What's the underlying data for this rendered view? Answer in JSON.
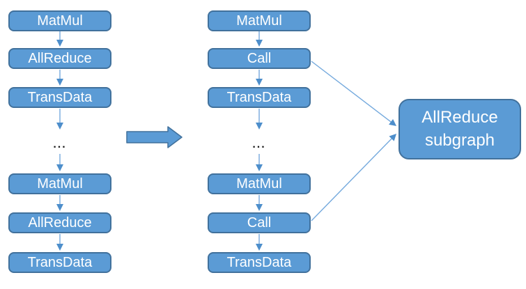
{
  "diagram": {
    "description": "AllReduce subgraph fusion diagram",
    "colors": {
      "node_fill": "#5b9bd5",
      "node_border": "#41719c",
      "node_text": "#ffffff",
      "connector_line": "#74a9dd",
      "connector_head": "#4d8ecb",
      "arrow_fill": "#5b9bd5",
      "arrow_border": "#41719c",
      "ellipsis_color": "#1a1a1a"
    },
    "left_column": {
      "top_nodes": [
        "MatMul",
        "AllReduce",
        "TransData"
      ],
      "ellipsis": "...",
      "bottom_nodes": [
        "MatMul",
        "AllReduce",
        "TransData"
      ]
    },
    "middle_column": {
      "top_nodes": [
        "MatMul",
        "Call",
        "TransData"
      ],
      "ellipsis": "...",
      "bottom_nodes": [
        "MatMul",
        "Call",
        "TransData"
      ]
    },
    "subgraph_node": {
      "label_line1": "AllReduce",
      "label_line2": "subgraph"
    }
  }
}
